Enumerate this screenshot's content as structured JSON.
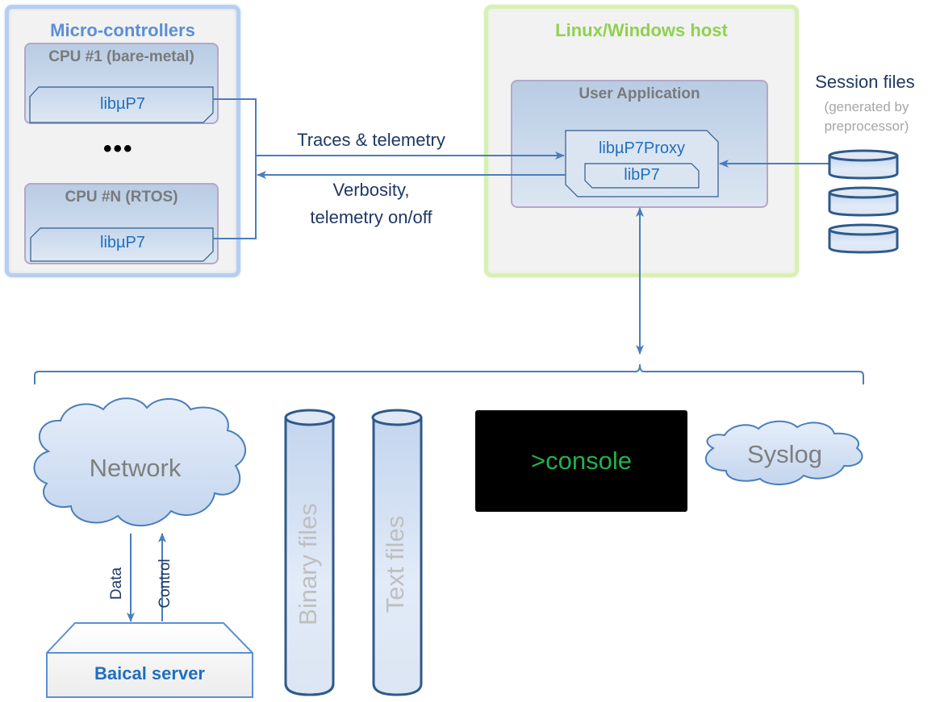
{
  "microcontrollers": {
    "title": "Micro-controllers",
    "cpus": [
      {
        "title": "CPU #1 (bare-metal)",
        "library": "libµP7"
      },
      {
        "title": "CPU #N (RTOS)",
        "library": "libµP7"
      }
    ],
    "ellipsis": "•••"
  },
  "host": {
    "title": "Linux/Windows host",
    "user_application": {
      "title": "User Application",
      "proxy_library": "libµP7Proxy",
      "core_library": "libP7"
    }
  },
  "flows": {
    "to_host": "Traces & telemetry",
    "to_mcu_line1": "Verbosity,",
    "to_mcu_line2": "telemetry on/off"
  },
  "session_files": {
    "title": "Session files",
    "subtitle_line1": "(generated by",
    "subtitle_line2": "preprocessor)",
    "count": 3
  },
  "outputs": {
    "network": "Network",
    "baical_server": "Baical server",
    "data_label": "Data",
    "control_label": "Control",
    "binary_files": "Binary files",
    "text_files": "Text files",
    "console": ">console",
    "syslog": "Syslog"
  },
  "colors": {
    "line": "#4a7ebb",
    "cylinder_stroke": "#2f5a8a",
    "mcu_accent": "#5b8fd6",
    "host_accent": "#8fd14f",
    "lib_text": "#1f6fbf",
    "console_text": "#22b14c"
  }
}
